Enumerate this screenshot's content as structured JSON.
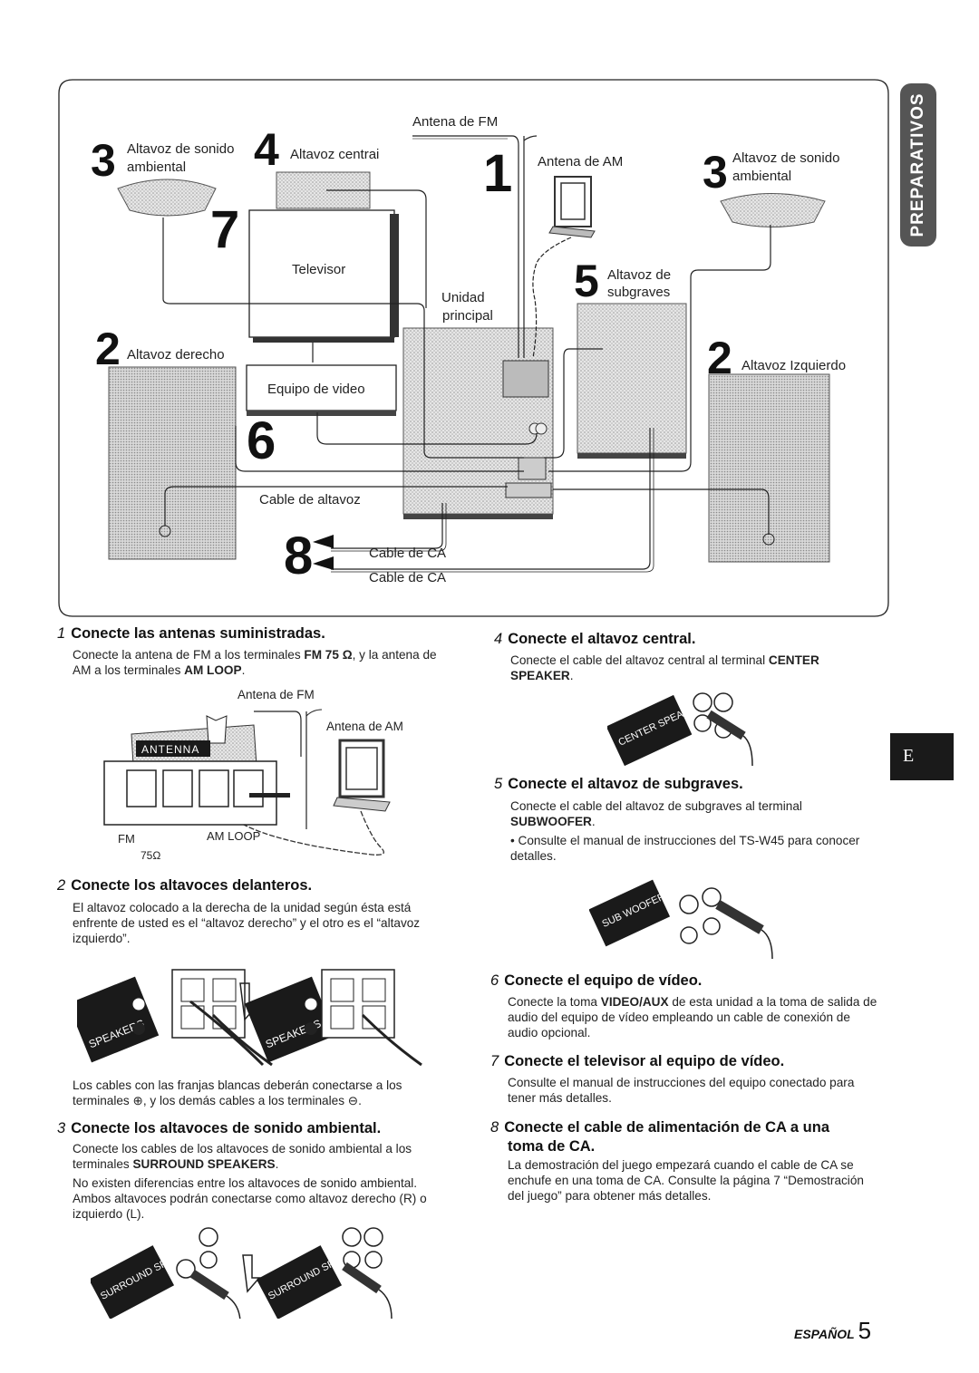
{
  "side_tab": "PREPARATIVOS",
  "language_tab": "E",
  "diagram": {
    "labels": {
      "antena_fm": "Antena de FM",
      "antena_am": "Antena de AM",
      "altavoz_sonido_amb_l_1": "Altavoz de sonido",
      "altavoz_sonido_amb_l_2": "ambiental",
      "altavoz_central": "Altavoz centrai",
      "altavoz_sonido_amb_r_1": "Altavoz de sonido",
      "altavoz_sonido_amb_r_2": "ambiental",
      "televisor": "Televisor",
      "unidad": "Unidad",
      "principal": "principal",
      "altavoz_subgraves_1": "Altavoz de",
      "altavoz_subgraves_2": "subgraves",
      "altavoz_derecho": "Altavoz derecho",
      "altavoz_izquierdo": "Altavoz Izquierdo",
      "equipo_video": "Equipo de video",
      "cable_altavoz": "Cable de altavoz",
      "cable_ca_1": "Cable de CA",
      "cable_ca_2": "Cable de CA"
    },
    "numbers": {
      "n3_left": "3",
      "n4": "4",
      "n1": "1",
      "n3_right": "3",
      "n7": "7",
      "n5": "5",
      "n2_left": "2",
      "n2_right": "2",
      "n6": "6",
      "n8": "8"
    }
  },
  "steps": {
    "s1": {
      "num": "1",
      "title": "Conecte las antenas suministradas.",
      "body_a": "Conecte la antena de FM a los terminales ",
      "body_b": "FM 75 Ω",
      "body_c": ", y la antena de AM a los terminales ",
      "body_d": "AM LOOP",
      "body_e": ".",
      "fig_fm": "Antena de FM",
      "fig_am": "Antena de AM",
      "fig_antenna": "ANTENNA",
      "fig_fm_term": "FM",
      "fig_75": "75Ω",
      "fig_am_loop": "AM LOOP"
    },
    "s2": {
      "num": "2",
      "title": "Conecte los altavoces delanteros.",
      "body": "El altavoz colocado a la derecha de la unidad según ésta está enfrente de usted es el “altavoz derecho” y el otro es el “altavoz izquierdo”.",
      "fig_speakers": "SPEAKERS",
      "note": "Los cables con las franjas blancas deberán conectarse a los terminales ⊕, y los demás cables a los terminales ⊖."
    },
    "s3": {
      "num": "3",
      "title": "Conecte los altavoces de sonido ambiental.",
      "body_a": "Conecte los cables de los altavoces de sonido ambiental a los terminales ",
      "body_b": "SURROUND SPEAKERS",
      "body_c": ".",
      "body2": "No existen diferencias entre los altavoces de sonido ambiental. Ambos altavoces podrán conectarse como altavoz derecho (R) o izquierdo (L).",
      "fig_label": "SURROUND SPEAKERS"
    },
    "s4": {
      "num": "4",
      "title": "Conecte el altavoz central.",
      "body_a": "Conecte el cable del altavoz central al terminal ",
      "body_b": "CENTER SPEAKER",
      "body_c": ".",
      "fig_label": "CENTER SPEAKER"
    },
    "s5": {
      "num": "5",
      "title": "Conecte el altavoz de subgraves.",
      "body_a": "Conecte el cable del altavoz de subgraves al terminal ",
      "body_b": "SUBWOOFER",
      "body_c": ".",
      "bullet": "• Consulte el manual de instrucciones del TS-W45 para conocer detalles.",
      "fig_label": "SUB WOOFER"
    },
    "s6": {
      "num": "6",
      "title": "Conecte el equipo de vídeo.",
      "body_a": "Conecte la toma ",
      "body_b": "VIDEO/AUX",
      "body_c": " de esta unidad a la toma de salida de audio del equipo de vídeo empleando un cable de conexión de audio opcional."
    },
    "s7": {
      "num": "7",
      "title": "Conecte el televisor al equipo de vídeo.",
      "body": "Consulte el manual de instrucciones del equipo conectado para tener más detalles."
    },
    "s8": {
      "num": "8",
      "title_1": "Conecte el cable de alimentación de CA a una",
      "title_2": "toma de CA.",
      "body": "La demostración del juego empezará cuando el cable de CA se enchufe en una toma de CA. Consulte la página 7 “Demostración del juego” para obtener más detalles."
    }
  },
  "footer": {
    "lang": "ESPAÑOL",
    "page": "5"
  },
  "colors": {
    "tab_dark": "#1a1a1a",
    "tab_grey": "#555555",
    "dotted_fill": "#cfcfcf"
  }
}
